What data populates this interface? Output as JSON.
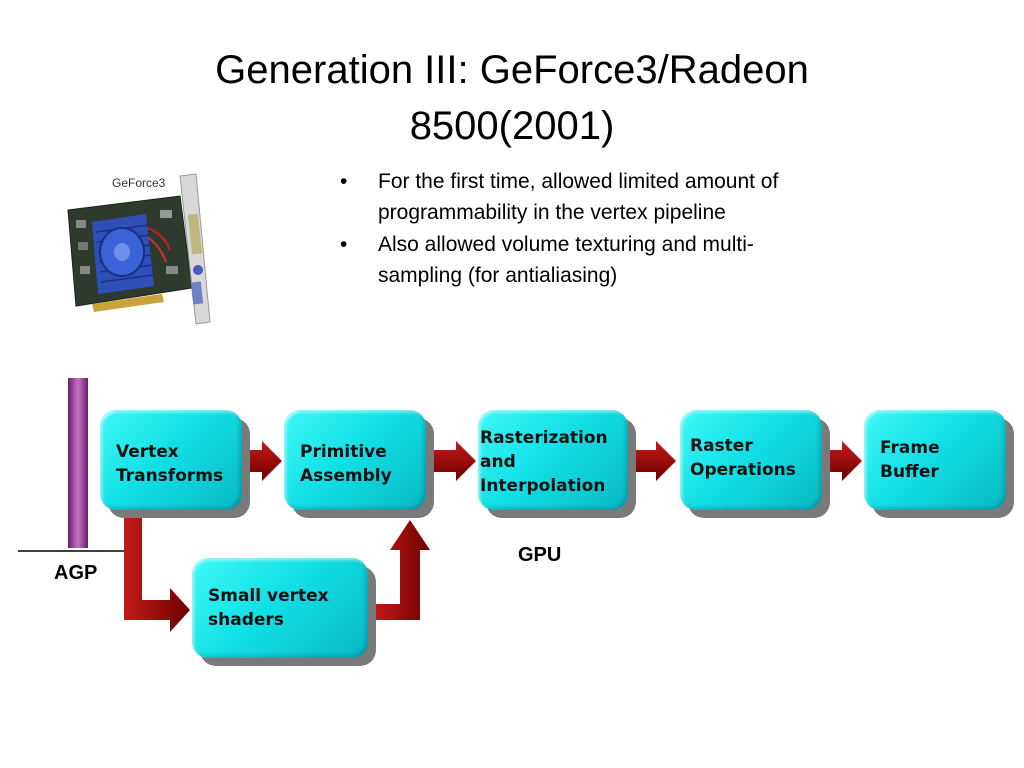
{
  "slide": {
    "title_line1": "Generation III: GeForce3/Radeon",
    "title_line2": "8500(2001)",
    "bullets": [
      "For the first time, allowed limited amount of programmability in the vertex pipeline",
      "Also allowed volume texturing and multi-sampling (for antialiasing)"
    ],
    "bullet_glyph": "•",
    "card_label": "GeForce3"
  },
  "diagram": {
    "nodes": {
      "vertex": "Vertex\nTransforms",
      "primitive": "Primitive\nAssembly",
      "raster_interp": "Rasterization\nand\nInterpolation",
      "raster_ops": "Raster\nOperations",
      "frame_buffer": "Frame\nBuffer",
      "shaders": "Small vertex\nshaders"
    },
    "labels": {
      "agp": "AGP",
      "gpu": "GPU"
    },
    "colors": {
      "node": "#12e0e6",
      "arrow": "#8b0000",
      "agp_bar": "#9b3f9b"
    }
  }
}
